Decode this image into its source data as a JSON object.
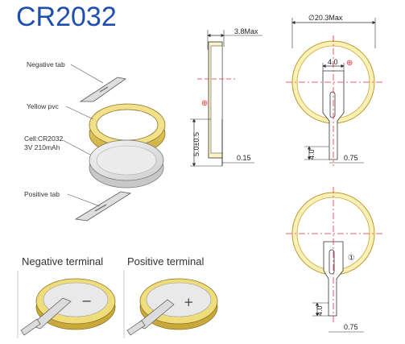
{
  "title": "CR2032",
  "labels": {
    "negative_tab": "Negative tab",
    "yellow_pvc": "Yellow pvc",
    "cell_line1": "Cell:CR2032",
    "cell_line2": "3V 210mAh",
    "positive_tab": "Positive tab"
  },
  "sections": {
    "negative_terminal": "Negative terminal",
    "positive_terminal": "Positive terminal"
  },
  "symbols": {
    "minus": "−",
    "plus": "+",
    "plus_circle": "⊕",
    "minus_circle": "①"
  },
  "dimensions": {
    "side_thickness": "3.8Max",
    "side_height": "5.0±0.5",
    "side_tab": "0.15",
    "front_diameter": "∅20.3Max",
    "front_tab_width": "4.0",
    "front_tab_height": "4.0",
    "front_tab_thickness": "0.75",
    "back_tab_height": "4.0",
    "back_tab_thickness": "0.75"
  },
  "colors": {
    "title": "#1f4fae",
    "ring_yellow": "#e3c95a",
    "ring_dark": "#b89a2a",
    "cell_silver": "#e2e2e2",
    "centerline": "#e0303a",
    "line": "#333333"
  }
}
